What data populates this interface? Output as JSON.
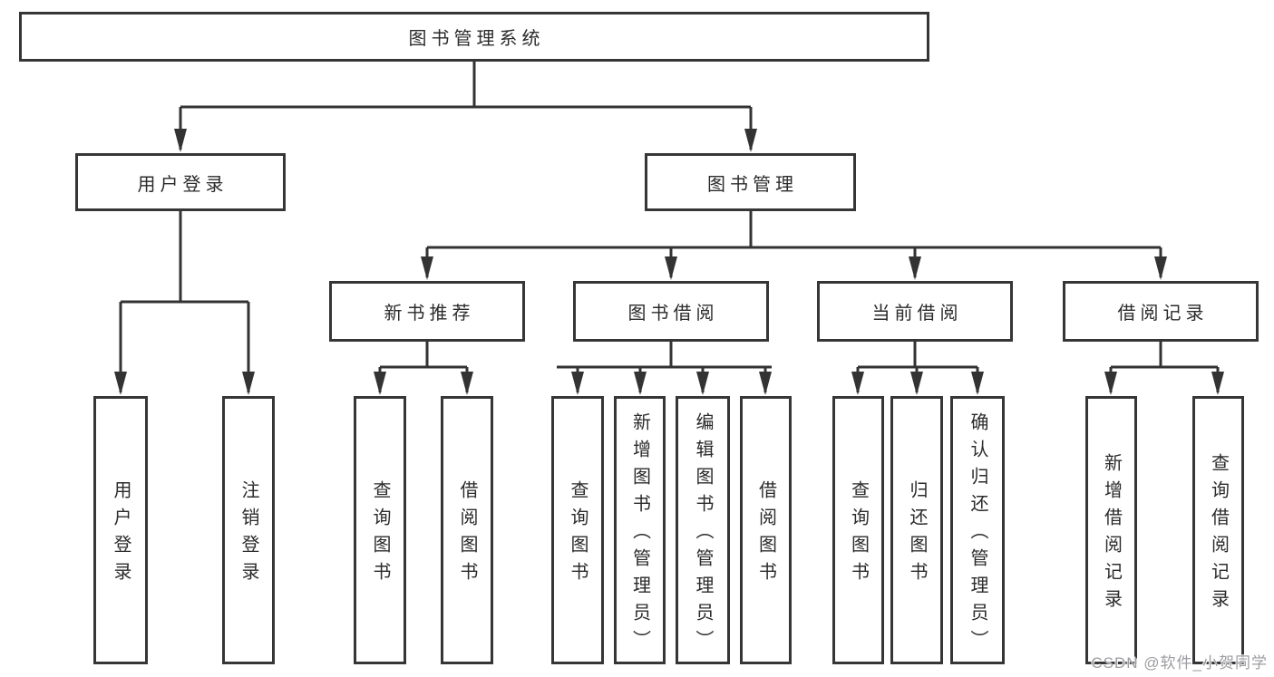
{
  "tree": {
    "root": {
      "label": "图书管理系统"
    },
    "branches": [
      {
        "label": "用户登录",
        "children": [
          {
            "label": "用户登录"
          },
          {
            "label": "注销登录"
          }
        ]
      },
      {
        "label": "图书管理",
        "children": [
          {
            "label": "新书推荐",
            "children": [
              {
                "label": "查询图书"
              },
              {
                "label": "借阅图书"
              }
            ]
          },
          {
            "label": "图书借阅",
            "children": [
              {
                "label": "查询图书"
              },
              {
                "label": "新增图书（管理员）"
              },
              {
                "label": "编辑图书（管理员）"
              },
              {
                "label": "借阅图书"
              }
            ]
          },
          {
            "label": "当前借阅",
            "children": [
              {
                "label": "查询图书"
              },
              {
                "label": "归还图书"
              },
              {
                "label": "确认归还（管理员）"
              }
            ]
          },
          {
            "label": "借阅记录",
            "children": [
              {
                "label": "新增借阅记录"
              },
              {
                "label": "查询借阅记录"
              }
            ]
          }
        ]
      }
    ]
  },
  "watermark": "CSDN @软件_小贺同学",
  "colors": {
    "line": "#333333",
    "box_border": "#363636",
    "text": "#2b2b2b",
    "background": "#ffffff",
    "watermark": "#9d9da1"
  }
}
